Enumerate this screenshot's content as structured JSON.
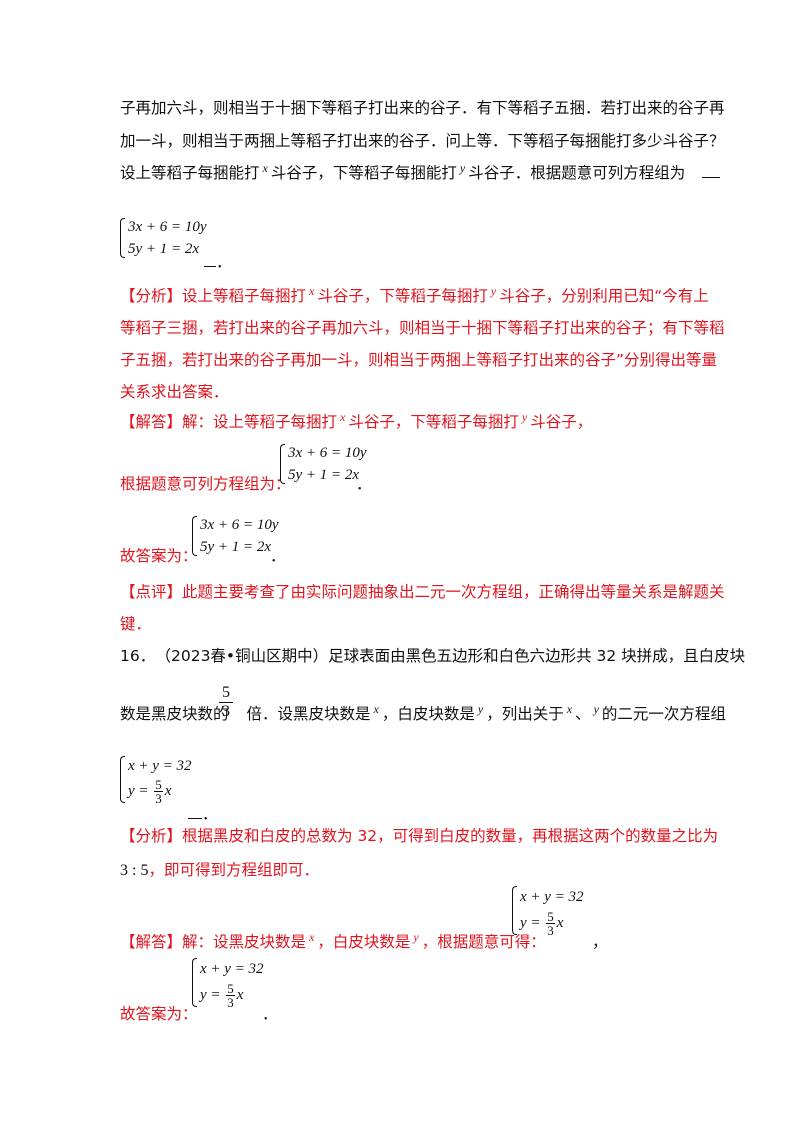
{
  "problem15": {
    "line1": "子再加六斗，则相当于十捆下等稻子打出来的谷子．有下等稻子五捆．若打出来的谷子再",
    "line2": "加一斗，则相当于两捆上等稻子打出来的谷子．问上等．下等稻子每捆能打多少斗谷子？",
    "line3a": "设上等稻子每捆能打",
    "var_x": "x",
    "line3b": "斗谷子，下等稻子每捆能打",
    "var_y": "y",
    "line3c": "斗谷子．根据题意可列方程组为",
    "answer_eq1": "3x + 6 = 10y",
    "answer_eq2": "5y + 1 = 2x",
    "period": "．"
  },
  "analysis15": {
    "tag": "【分析】",
    "l1a": "设上等稻子每捆打",
    "l1b": "斗谷子，下等稻子每捆打",
    "l1c": "斗谷子，分别利用已知“今有上",
    "l2": "等稻子三捆，若打出来的谷子再加六斗，则相当于十捆下等稻子打出来的谷子；有下等稻",
    "l3": "子五捆，若打出来的谷子再加一斗，则相当于两捆上等稻子打出来的谷子”分别得出等量",
    "l4": "关系求出答案．"
  },
  "solution15": {
    "tag": "【解答】",
    "l1a": "解：设上等稻子每捆打",
    "l1b": "斗谷子，下等稻子每捆打",
    "l1c": "斗谷子，",
    "l2": "根据题意可列方程组为：",
    "eq1": "3x + 6 = 10y",
    "eq2": "5y + 1 = 2x",
    "l3": "故答案为：",
    "end": "．"
  },
  "comment15": {
    "tag": "【点评】",
    "l1": "此题主要考查了由实际问题抽象出二元一次方程组，正确得出等量关系是解题关",
    "l2": "键．"
  },
  "problem16": {
    "number": "16．",
    "source": "（2023春•铜山区期中）",
    "l1": "足球表面由黑色五边形和白色六边形共 32 块拼成，且白皮块",
    "l2a": "数是黑皮块数的",
    "frac_num": "5",
    "frac_den": "3",
    "l2b": "倍．设黑皮块数是",
    "l2c": "，白皮块数是",
    "l2d": "，列出关于",
    "l2e": "、",
    "l2f": "的二元一次方程组",
    "ans_eq1": "x + y = 32",
    "ans_eq2_lhs": "y =",
    "ans_eq2_rhs": "x",
    "period": "．"
  },
  "analysis16": {
    "tag": "【分析】",
    "l1": "根据黑皮和白皮的总数为 32，可得到白皮的数量，再根据这两个的数量之比为",
    "ratio": "3 : 5",
    "l2": "，即可得到方程组即可．"
  },
  "solution16": {
    "tag": "【解答】",
    "l1a": "解：设黑皮块数是",
    "l1b": "，白皮块数是",
    "l1c": "，根据题意可得：",
    "comma": "，",
    "l2": "故答案为：",
    "end": "．"
  },
  "colors": {
    "accent": "#e0141e",
    "text": "#111111"
  }
}
